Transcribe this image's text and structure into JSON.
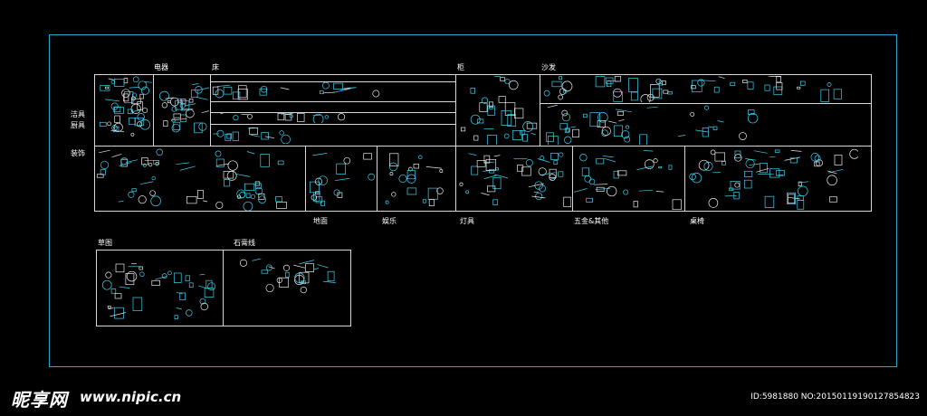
{
  "canvas": {
    "frame_color": "#2aa8c8",
    "background": "#000000"
  },
  "categories": {
    "appliances": "电器",
    "bed": "床",
    "cabinet": "柜",
    "sofa": "沙发",
    "sanitary": "洁具",
    "kitchen": "厨具",
    "decor": "装饰",
    "floor": "地面",
    "entertainment": "娱乐",
    "lamps": "灯具",
    "hardware": "五金&其他",
    "tables_chairs": "桌椅",
    "sketch": "草图",
    "plaster_line": "石膏线"
  },
  "watermark": {
    "logo": "昵享网",
    "site": "www.nipic.cn",
    "id": "ID:5981880 NO:20150119190127854823"
  },
  "colors": {
    "block_cyan": "#3fd0f0",
    "block_white": "#e8e8e8",
    "line": "#d8d8d8"
  }
}
